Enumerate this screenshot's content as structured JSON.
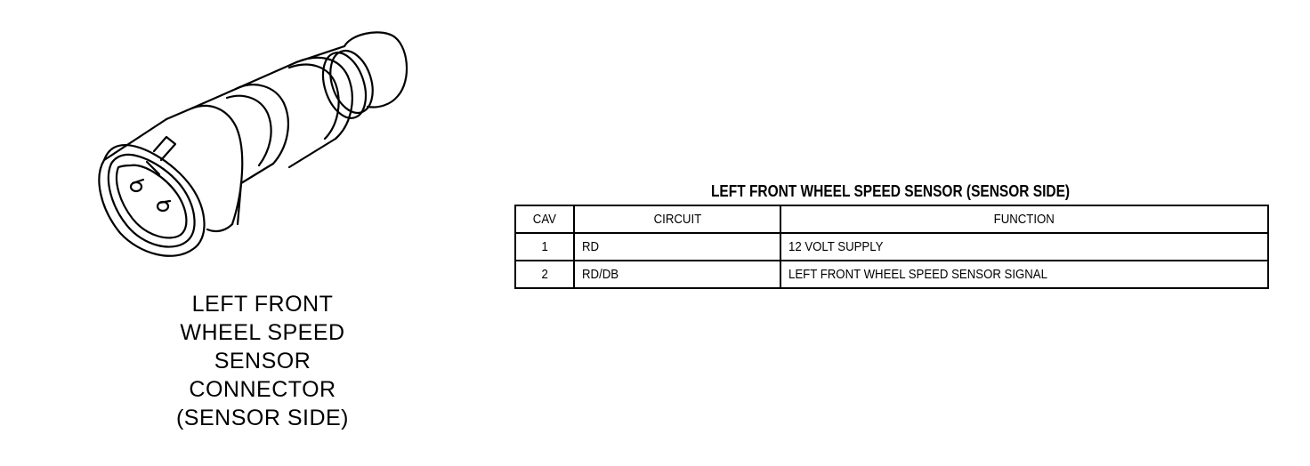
{
  "connector": {
    "caption_lines": [
      "LEFT FRONT",
      "WHEEL SPEED",
      "SENSOR",
      "CONNECTOR",
      "(SENSOR SIDE)"
    ]
  },
  "table": {
    "title": "LEFT FRONT WHEEL SPEED SENSOR (SENSOR SIDE)",
    "headers": [
      "CAV",
      "CIRCUIT",
      "FUNCTION"
    ],
    "rows": [
      {
        "cav": "1",
        "circuit": "RD",
        "function": "12 VOLT SUPPLY"
      },
      {
        "cav": "2",
        "circuit": "RD/DB",
        "function": "LEFT FRONT WHEEL SPEED SENSOR SIGNAL"
      }
    ]
  }
}
